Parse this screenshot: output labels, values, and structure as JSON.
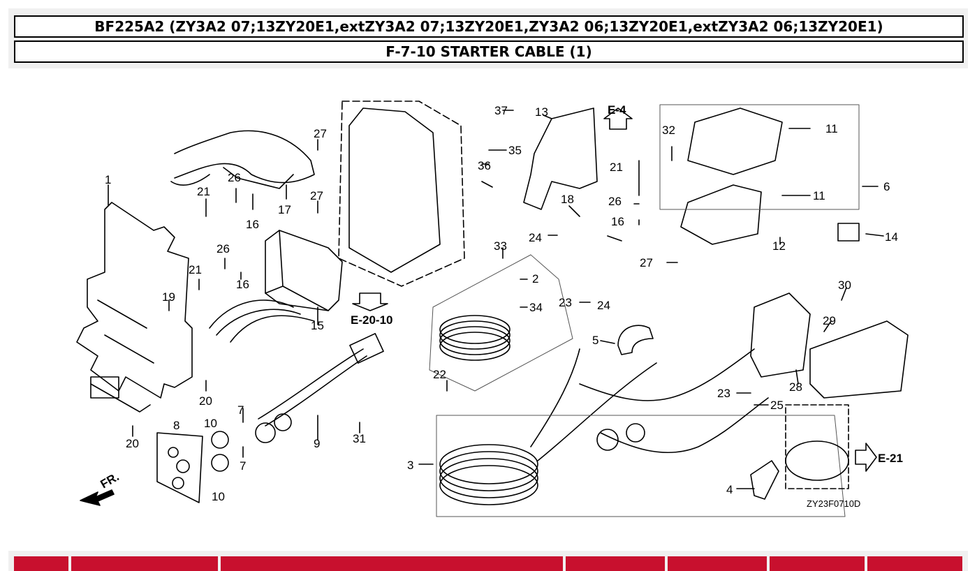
{
  "header": {
    "model": "BF225A2 (ZY3A2 07;13ZY20E1,extZY3A2 07;13ZY20E1,ZY3A2 06;13ZY20E1,extZY3A2 06;13ZY20E1)",
    "section": "F-7-10 STARTER CABLE (1)"
  },
  "diagram": {
    "drawing_code": "ZY23F0710D",
    "front_label": "FR.",
    "references": [
      "E-4",
      "E-20-10",
      "E-21"
    ],
    "part_labels": [
      "1",
      "2",
      "3",
      "4",
      "5",
      "6",
      "7",
      "7",
      "8",
      "9",
      "10",
      "10",
      "11",
      "11",
      "12",
      "13",
      "14",
      "15",
      "16",
      "16",
      "16",
      "17",
      "18",
      "19",
      "20",
      "20",
      "21",
      "21",
      "21",
      "22",
      "23",
      "23",
      "24",
      "24",
      "25",
      "26",
      "26",
      "26",
      "27",
      "27",
      "27",
      "28",
      "29",
      "30",
      "31",
      "32",
      "33",
      "34",
      "35",
      "36",
      "37"
    ]
  },
  "table": {
    "headers": [
      "",
      "",
      "",
      "",
      "",
      "",
      ""
    ]
  }
}
